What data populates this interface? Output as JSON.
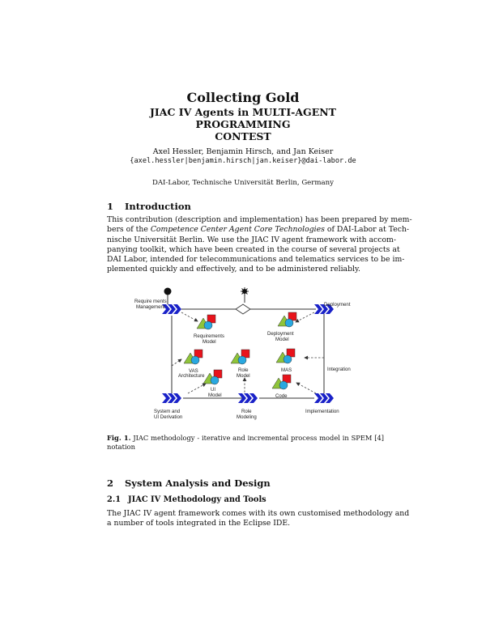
{
  "header": {
    "title": "Collecting Gold",
    "subtitle_lines": [
      "JIAC IV Agents in MULTI-AGENT PROGRAMMING",
      "CONTEST"
    ],
    "authors": "Axel Hessler, Benjamin Hirsch, and Jan Keiser",
    "emails": "{axel.hessler|benjamin.hirsch|jan.keiser}@dai-labor.de",
    "affiliation": "DAI-Labor, Technische Universität Berlin, Germany"
  },
  "section1": {
    "number": "1",
    "title": "Introduction",
    "lines": {
      "l1": "This contribution (description and implementation) has been prepared by mem-",
      "l2_pre": "bers of the ",
      "l2_em": "Competence Center Agent Core Technologies",
      "l2_post": " of DAI-Labor at Tech-",
      "l3": "nische Universität Berlin. We use the JIAC IV agent framework with accom-",
      "l4": "panying toolkit, which have been created in the course of several projects at",
      "l5": "DAI Labor, intended for telecommunications and telematics services to be im-",
      "l6": "plemented quickly and effectively, and to be administered reliably."
    }
  },
  "figure": {
    "labels": {
      "req_mgmt_1": "Require ments",
      "req_mgmt_2": "Management",
      "deployment": "Deployment",
      "integration": "Integration",
      "implementation": "Implementation",
      "sys_ui_1": "System and",
      "sys_ui_2": "UI Derivation",
      "role_model_1": "Role",
      "role_model_2": "Modeling",
      "requirements_model_1": "Requirements",
      "requirements_model_2": "Model",
      "deployment_model_1": "Deployment",
      "deployment_model_2": "Model",
      "vas_1": "VAS",
      "vas_2": "Architecture",
      "role_1": "Role",
      "role_2": "Model",
      "mas": "MAS",
      "ui_1": "UI",
      "ui_2": "Model",
      "code": "Code"
    },
    "colors": {
      "process_arrow": "#1a22c8",
      "triangle": "#8fc43a",
      "square": "#e8131b",
      "circle": "#29a8e0"
    }
  },
  "caption": {
    "label": "Fig. 1.",
    "text": " JIAC methodology - iterative and incremental process model in SPEM [4]",
    "text2": "notation"
  },
  "section2": {
    "number": "2",
    "title": "System Analysis and Design",
    "sub_number": "2.1",
    "sub_title": "JIAC IV Methodology and Tools",
    "lines": {
      "l1": "The JIAC IV agent framework comes with its own customised methodology and",
      "l2": "a number of tools integrated in the Eclipse IDE."
    }
  }
}
